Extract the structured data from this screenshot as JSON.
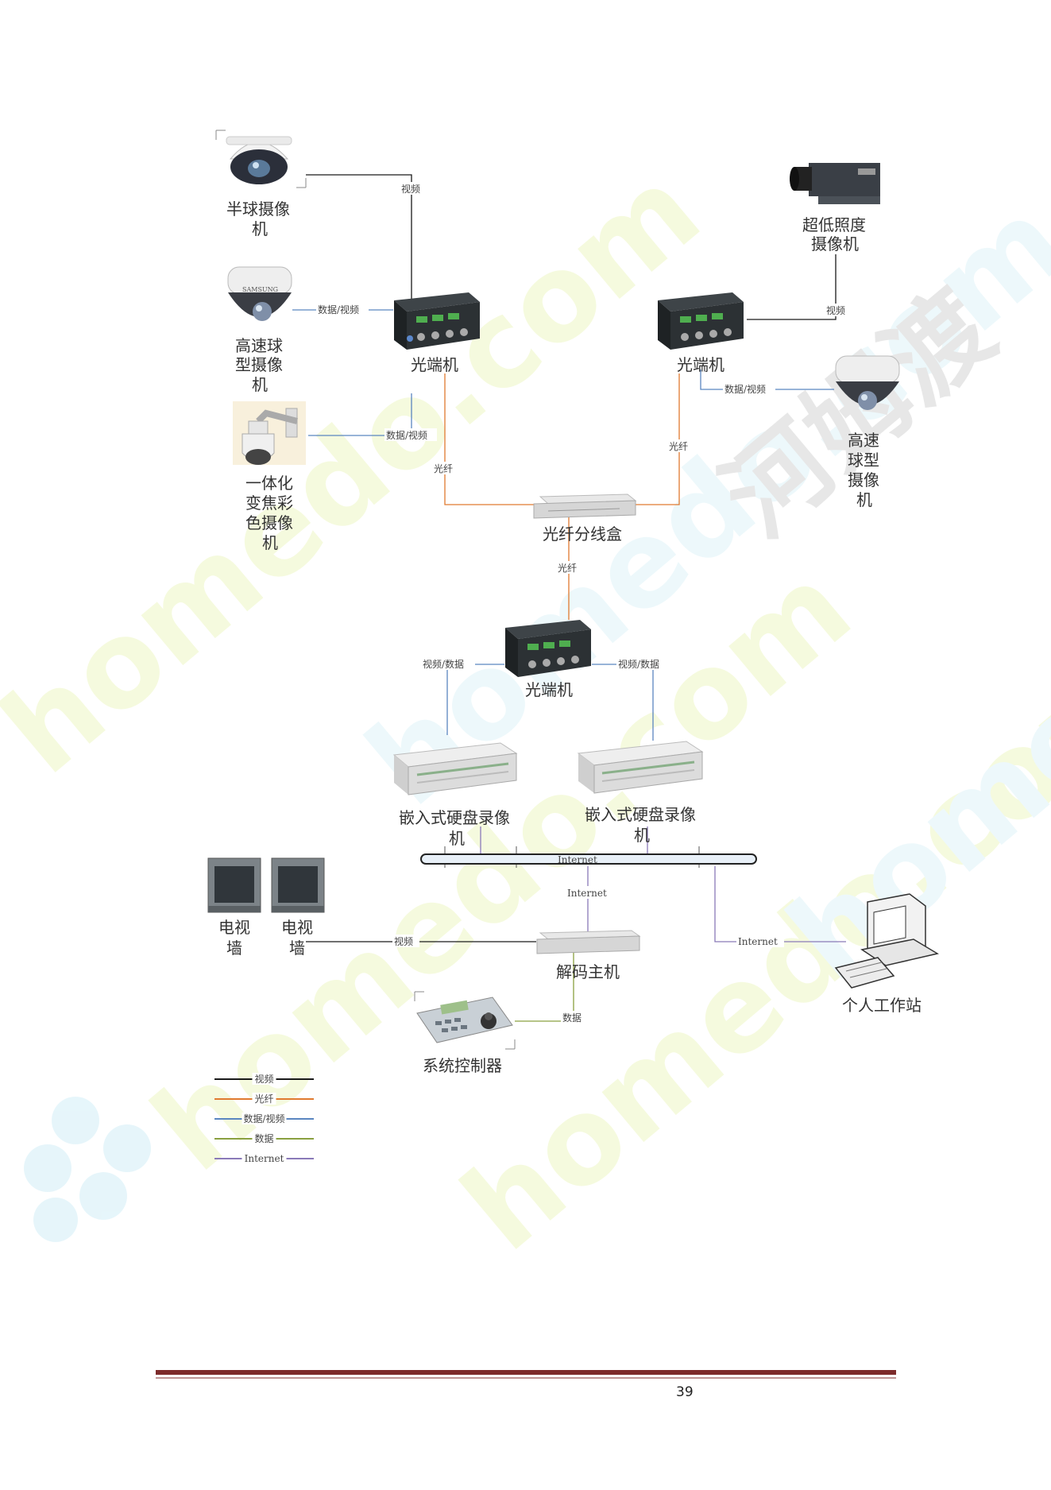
{
  "devices": {
    "dome_camera": "半球摄像机",
    "speed_dome_left": "高速球型摄像机",
    "ptz_camera": "一体化变焦彩色摄像机",
    "lowlight_camera": "超低照度摄像机",
    "speed_dome_right": "高速球型摄像机",
    "fiber_tx_left": "光端机",
    "fiber_tx_right": "光端机",
    "fiber_box": "光纤分线盒",
    "fiber_rx": "光端机",
    "dvr_left": "嵌入式硬盘录像机",
    "dvr_right": "嵌入式硬盘录像机",
    "tv_wall_1": "电视墙",
    "tv_wall_2": "电视墙",
    "decoder": "解码主机",
    "controller": "系统控制器",
    "workstation": "个人工作站"
  },
  "links": {
    "video": "视频",
    "data_video": "数据/视频",
    "fiber": "光纤",
    "video_data": "视频/数据",
    "internet": "Internet",
    "data": "数据"
  },
  "bus_label": "Internet",
  "legend": [
    {
      "label": "视频",
      "color": "#1a1a1a"
    },
    {
      "label": "光纤",
      "color": "#e07a30"
    },
    {
      "label": "数据/视频",
      "color": "#5a86c0"
    },
    {
      "label": "数据",
      "color": "#8aa040"
    },
    {
      "label": "Internet",
      "color": "#8a7ab8"
    }
  ],
  "page_number": "39",
  "watermark": {
    "text": "homedo.com",
    "cn": "河姆渡"
  }
}
